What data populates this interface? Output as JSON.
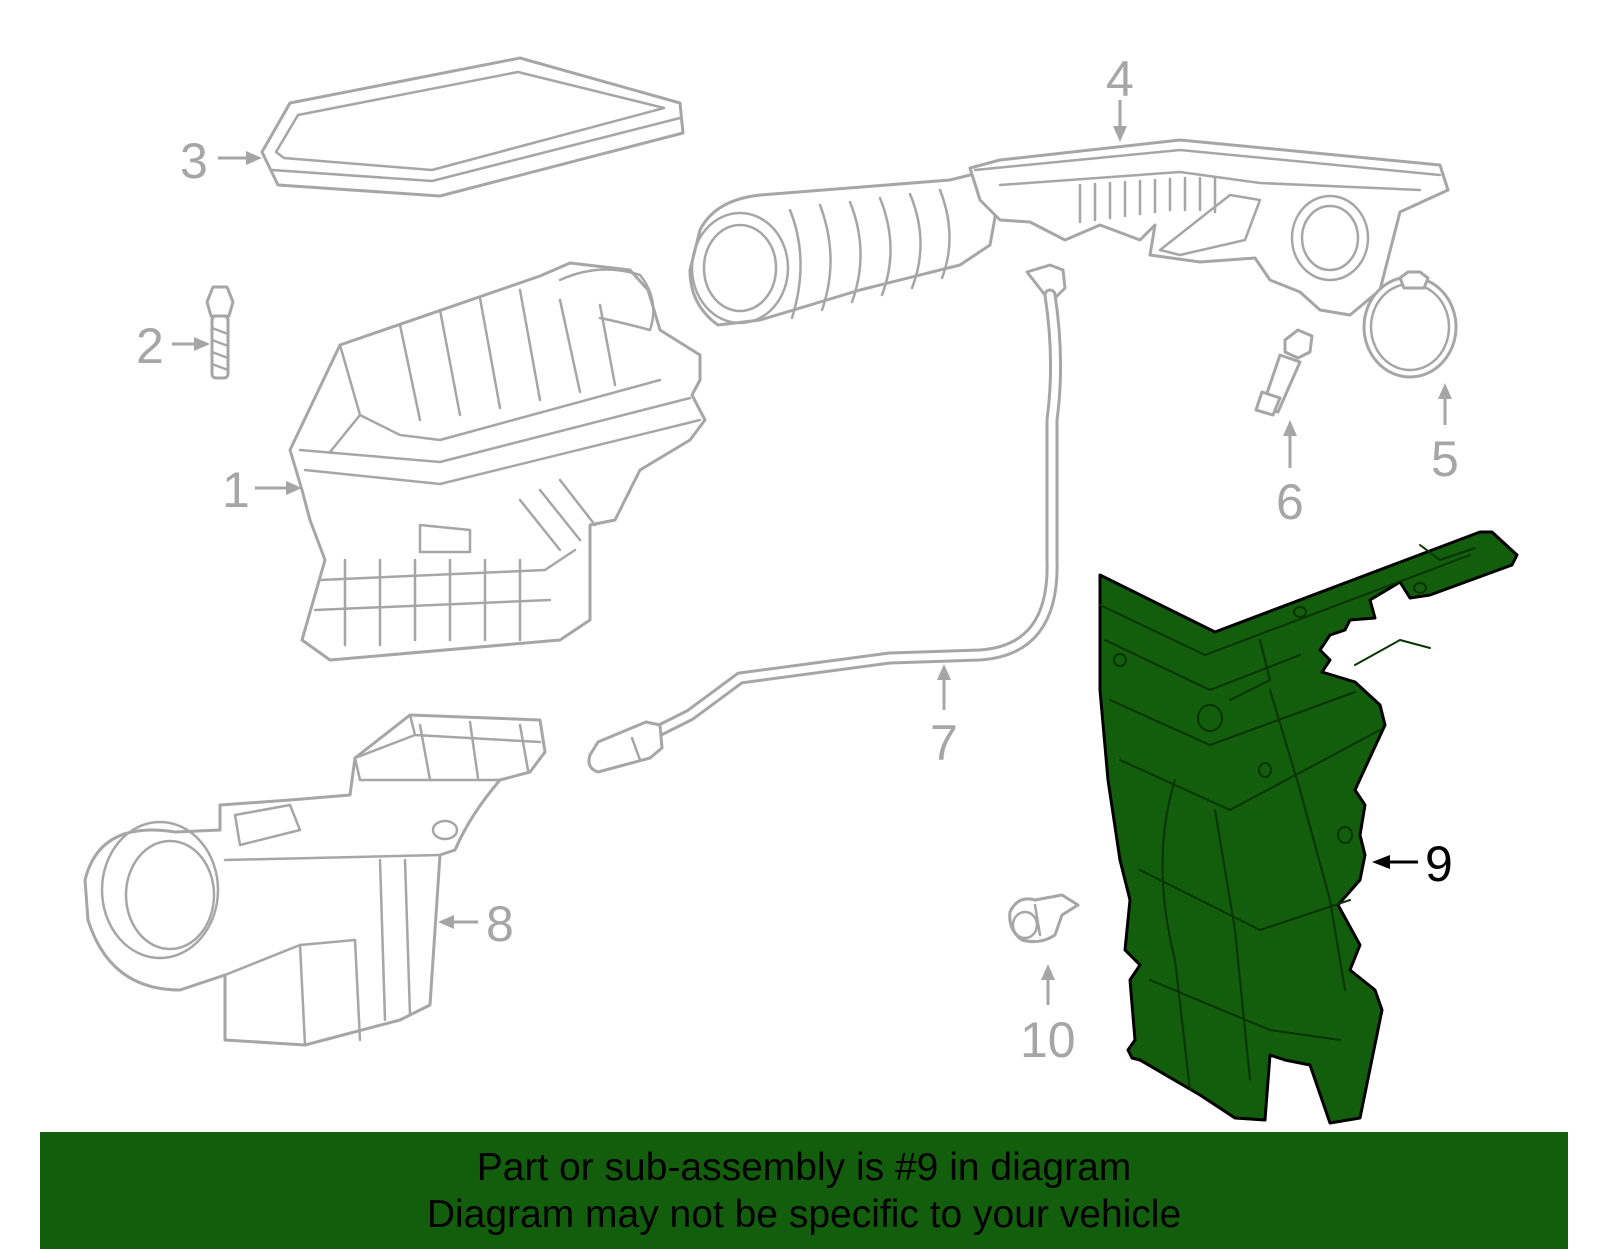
{
  "diagram": {
    "callouts": [
      {
        "id": "1",
        "label": "1"
      },
      {
        "id": "2",
        "label": "2"
      },
      {
        "id": "3",
        "label": "3"
      },
      {
        "id": "4",
        "label": "4"
      },
      {
        "id": "5",
        "label": "5"
      },
      {
        "id": "6",
        "label": "6"
      },
      {
        "id": "7",
        "label": "7"
      },
      {
        "id": "8",
        "label": "8"
      },
      {
        "id": "9",
        "label": "9",
        "highlighted": true
      },
      {
        "id": "10",
        "label": "10"
      }
    ],
    "highlight_color": "#135e0c",
    "part_color": "#a6a6a6"
  },
  "banner": {
    "line1": "Part or sub-assembly is #9 in diagram",
    "line2": "Diagram may not be specific to your vehicle",
    "background": "#135e0c"
  }
}
